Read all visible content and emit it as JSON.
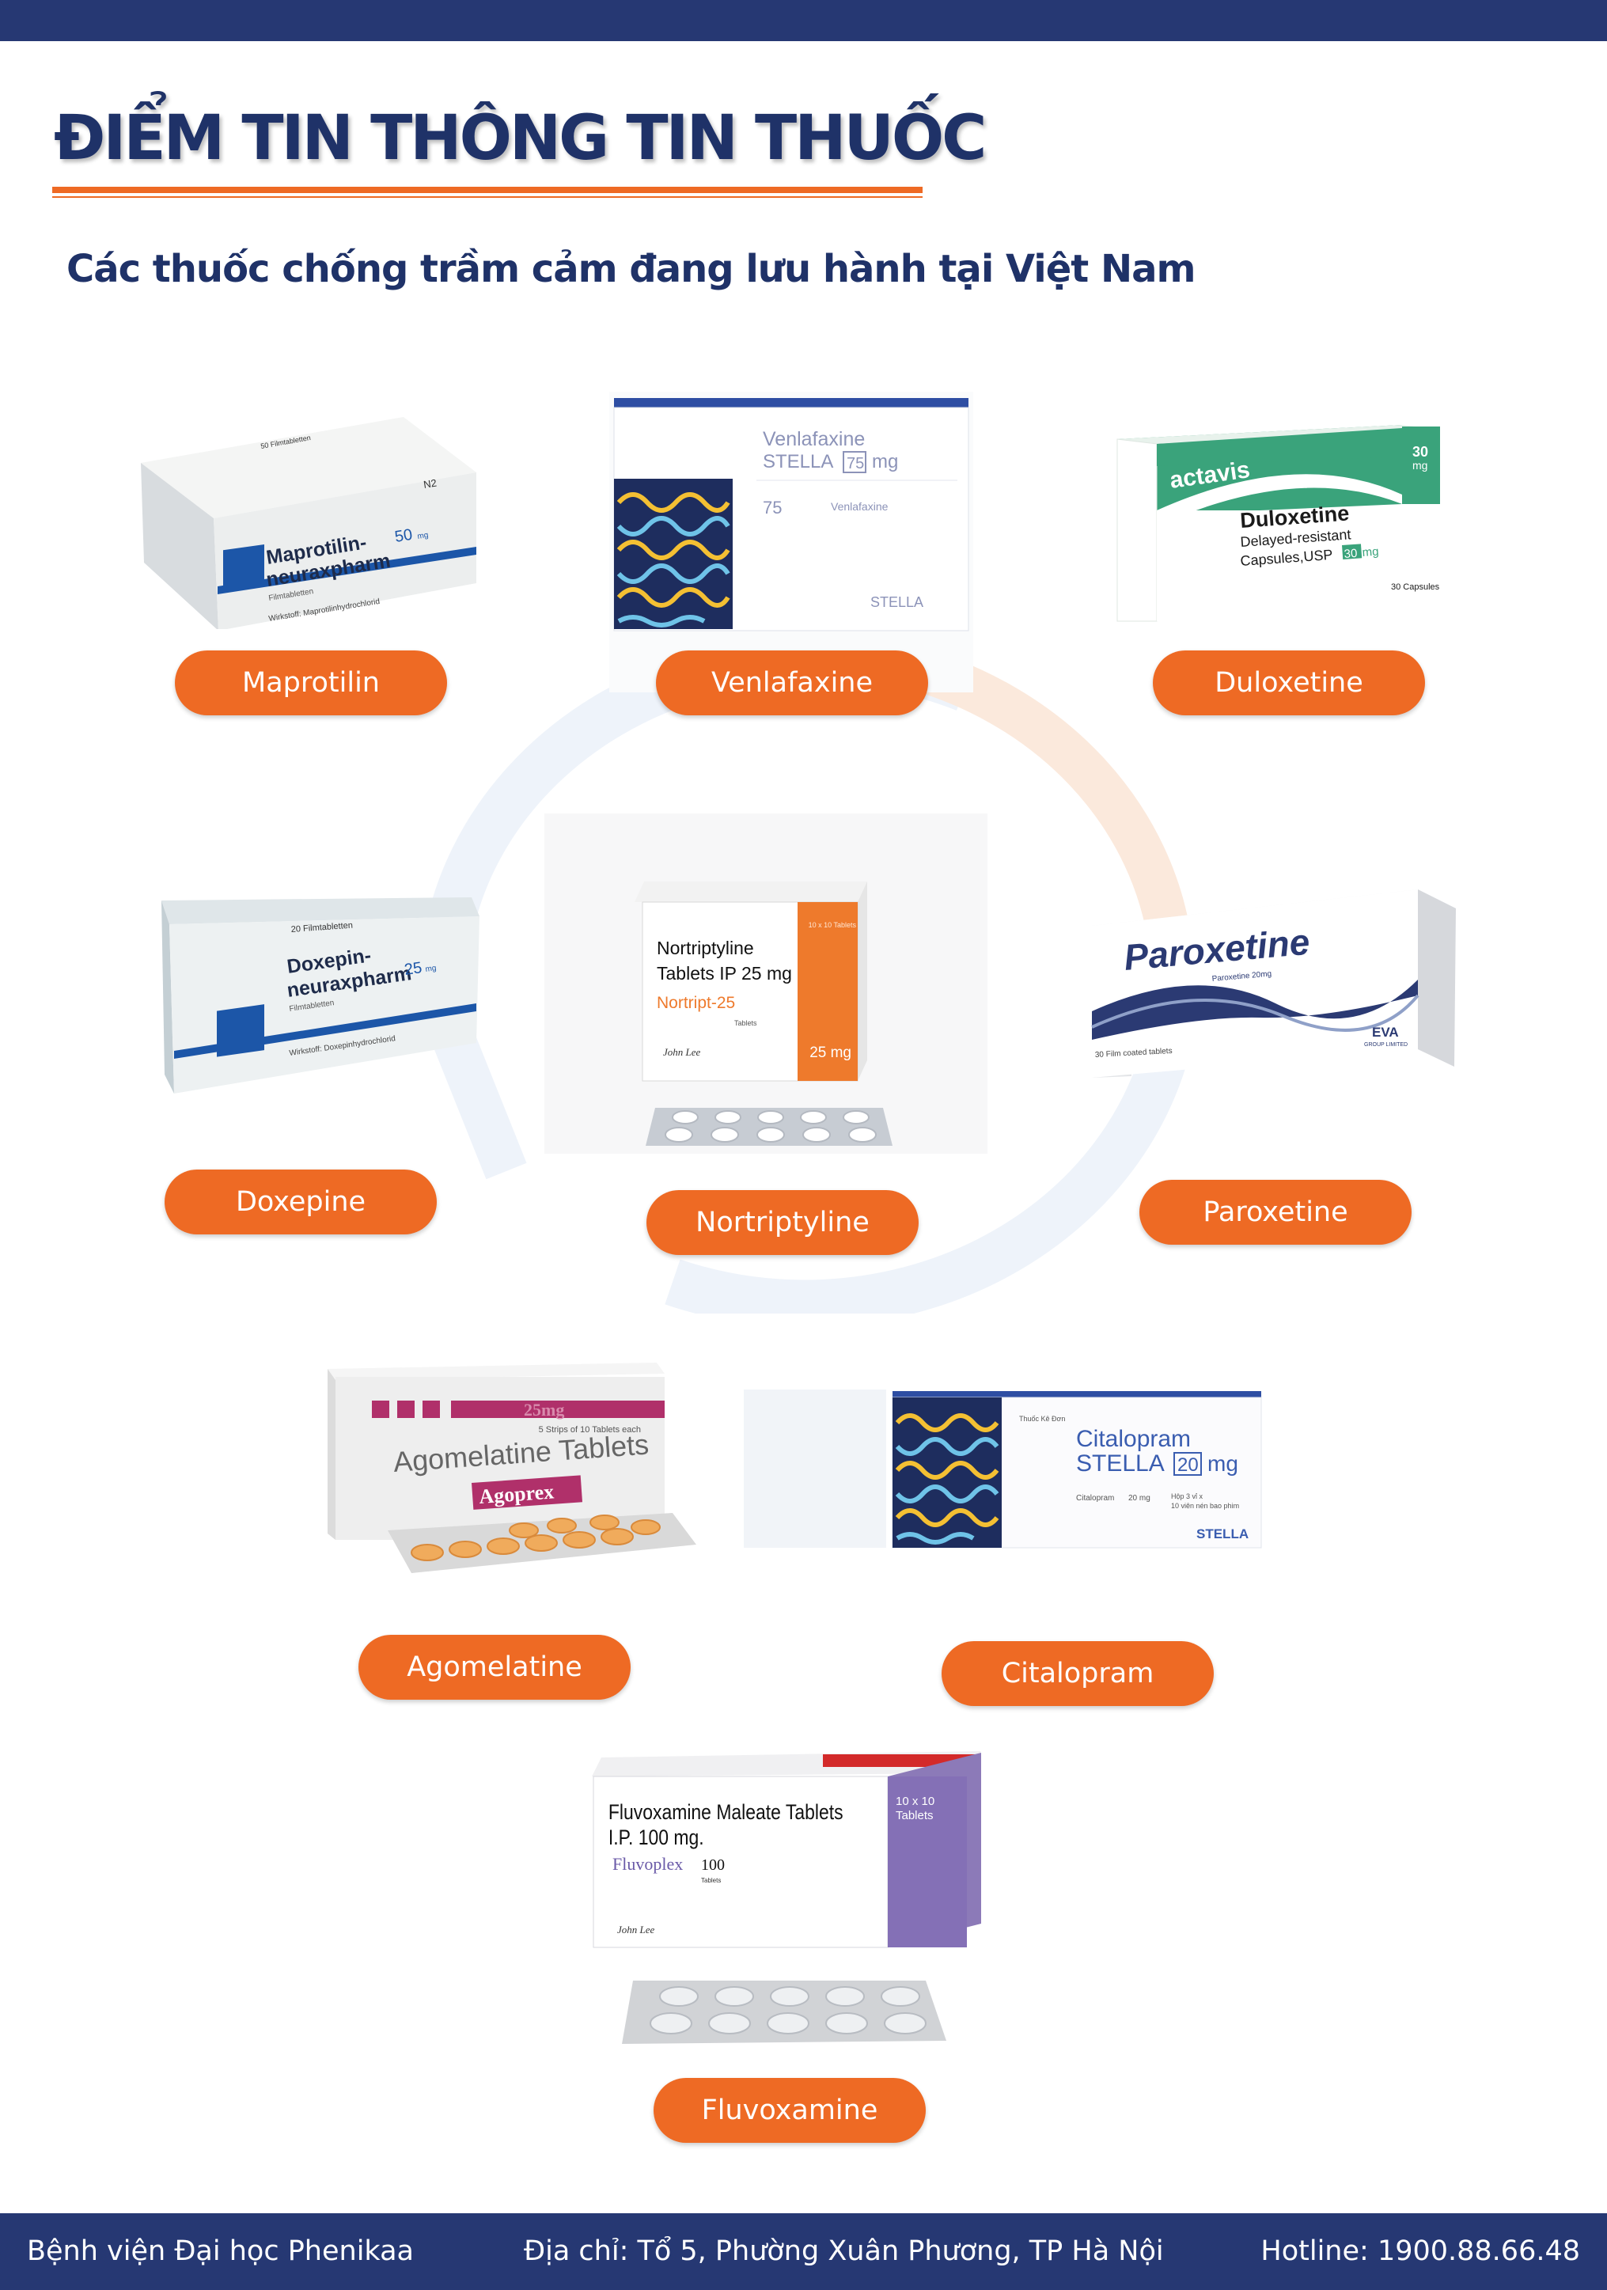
{
  "header": {
    "title": "ĐIỂM TIN THÔNG TIN THUỐC",
    "subtitle": "Các thuốc chống trầm cảm đang lưu hành tại Việt Nam"
  },
  "drugs": [
    {
      "label": "Maprotilin",
      "packaging": {
        "count": "50 Filmtabletten",
        "product": "Maprotilin-",
        "product_line2": "neuraxpharm",
        "strength": "50",
        "unit": "mg",
        "form": "Filmtabletten",
        "badge": "N2",
        "ingredient": "Wirkstoff: Maprotilinhydrochlorid"
      }
    },
    {
      "label": "Venlafaxine",
      "packaging": {
        "name": "Venlafaxine",
        "brand": "STELLA",
        "strength_box": "75",
        "unit": "mg",
        "side_strength": "75",
        "side_name": "Venlafaxine",
        "maker": "STELLA"
      }
    },
    {
      "label": "Duloxetine",
      "packaging": {
        "maker": "actavis",
        "name": "Duloxetine",
        "line2": "Delayed-resistant",
        "line3": "Capsules,USP",
        "strength": "30",
        "unit": "mg",
        "corner_strength": "30",
        "corner_unit": "mg",
        "count": "30 Capsules"
      }
    },
    {
      "label": "Doxepine",
      "packaging": {
        "count": "20 Filmtabletten",
        "product": "Doxepin-",
        "product_line2": "neuraxpharm",
        "strength": "25",
        "unit": "mg",
        "form": "Filmtabletten",
        "ingredient": "Wirkstoff: Doxepinhydrochlorid"
      }
    },
    {
      "label": "Nortriptyline",
      "packaging": {
        "name": "Nortriptyline",
        "line2": "Tablets IP 25 mg",
        "brand": "Nortript-25",
        "form": "Tablets",
        "count": "10 x 10 Tablets",
        "strength": "25 mg",
        "maker": "John Lee"
      }
    },
    {
      "label": "Paroxetine",
      "packaging": {
        "name": "Paroxetine",
        "sub": "Paroxetine 20mg",
        "count": "30 Film coated tablets",
        "maker": "EVA",
        "maker_sub": "GROUP LIMITED"
      }
    },
    {
      "label": "Agomelatine",
      "packaging": {
        "strength": "25mg",
        "count": "5 Strips of 10 Tablets each",
        "name": "Agomelatine Tablets",
        "brand": "Agoprex"
      }
    },
    {
      "label": "Citalopram",
      "packaging": {
        "rx": "Thuốc Kê Đơn",
        "name": "Citalopram",
        "brand": "STELLA",
        "strength_box": "20",
        "unit": "mg",
        "side_name": "Citalopram",
        "side_strength": "20 mg",
        "box_count": "Hộp 3 vỉ x",
        "box_count2": "10 viên nén bao phim",
        "maker": "STELLA"
      }
    },
    {
      "label": "Fluvoxamine",
      "packaging": {
        "name": "Fluvoxamine Maleate Tablets",
        "line2": "I.P. 100 mg.",
        "brand": "Fluvoplex",
        "strength": "100",
        "form": "Tablets",
        "count": "10 x 10",
        "count2": "Tablets",
        "maker": "John Lee"
      }
    }
  ],
  "footer": {
    "hospital": "Bệnh viện Đại học Phenikaa",
    "address": "Địa chỉ: Tổ 5, Phường Xuân Phương, TP Hà Nội",
    "hotline": "Hotline: 1900.88.66.48"
  },
  "colors": {
    "navy": "#263873",
    "orange": "#ee6a24",
    "title": "#1f3268"
  },
  "icons": {
    "background": "faint-blue-orange-hospital-emblem"
  }
}
